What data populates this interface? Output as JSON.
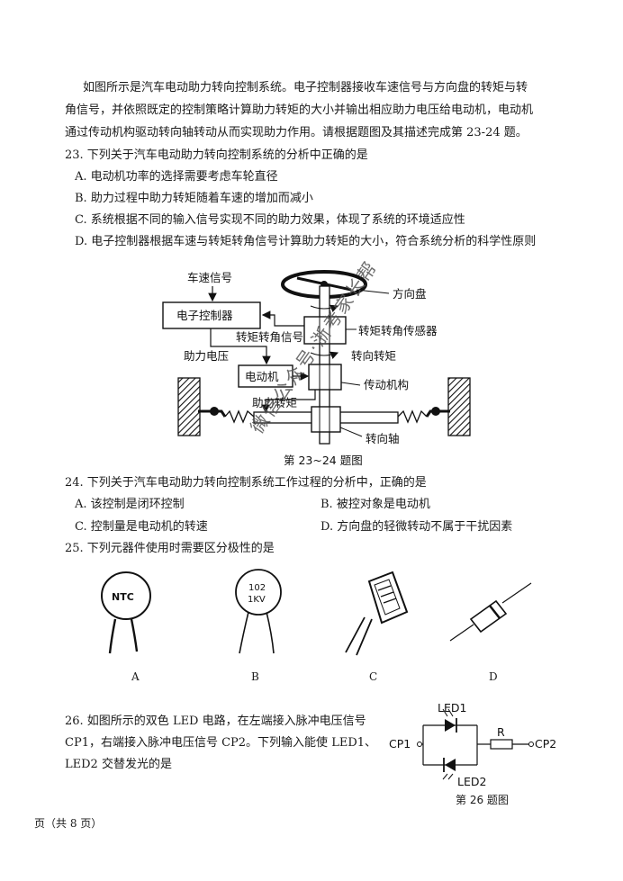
{
  "intro": {
    "line1": "如图所示是汽车电动助力转向控制系统。电子控制器接收车速信号与方向盘的转矩与转",
    "line2": "角信号，并依照既定的控制策略计算助力转矩的大小并输出相应助力电压给电动机，电动机",
    "line3": "通过传动机构驱动转向轴转动从而实现助力作用。请根据题图及其描述完成第 23-24 题。"
  },
  "q23": {
    "stem": "23. 下列关于汽车电动助力转向控制系统的分析中正确的是",
    "A": "A. 电动机功率的选择需要考虑车轮直径",
    "B": "B. 助力过程中助力转矩随着车速的增加而减小",
    "C": "C. 系统根据不同的输入信号实现不同的助力效果，体现了系统的环境适应性",
    "D": "D. 电子控制器根据车速与转矩转角信号计算助力转矩的大小，符合系统分析的科学性原则"
  },
  "diagram1": {
    "speed_signal": "车速信号",
    "controller": "电子控制器",
    "steering_wheel": "方向盘",
    "torque_sensor": "转矩转角传感器",
    "torque_signal": "转矩转角信号",
    "assist_voltage": "助力电压",
    "steering_torque": "转向转矩",
    "motor": "电动机",
    "transmission": "传动机构",
    "assist_torque": "助力转矩",
    "steering_shaft": "转向轴",
    "caption": "第 23~24 题图"
  },
  "watermark": "微信公众号·浙考家长帮",
  "q24": {
    "stem": "24. 下列关于汽车电动助力转向控制系统工作过程的分析中，正确的是",
    "A": "A. 该控制是闭环控制",
    "B": "B. 被控对象是电动机",
    "C": "C. 控制量是电动机的转速",
    "D": "D. 方向盘的轻微转动不属于干扰因素"
  },
  "q25": {
    "stem": "25. 下列元器件使用时需要区分极性的是",
    "ntc_label": "NTC",
    "cap_line1": "102",
    "cap_line2": "1KV",
    "A": "A",
    "B": "B",
    "C": "C",
    "D": "D"
  },
  "q26": {
    "line1": "26. 如图所示的双色 LED 电路，在左端接入脉冲电压信号",
    "line2": "CP1，右端接入脉冲电压信号 CP2。下列输入能使 LED1、",
    "line3": "LED2 交替发光的是",
    "led1": "LED1",
    "led2": "LED2",
    "cp1": "CP1",
    "cp2": "CP2",
    "r": "R",
    "caption": "第 26 题图"
  },
  "footer": "页（共 8 页）"
}
